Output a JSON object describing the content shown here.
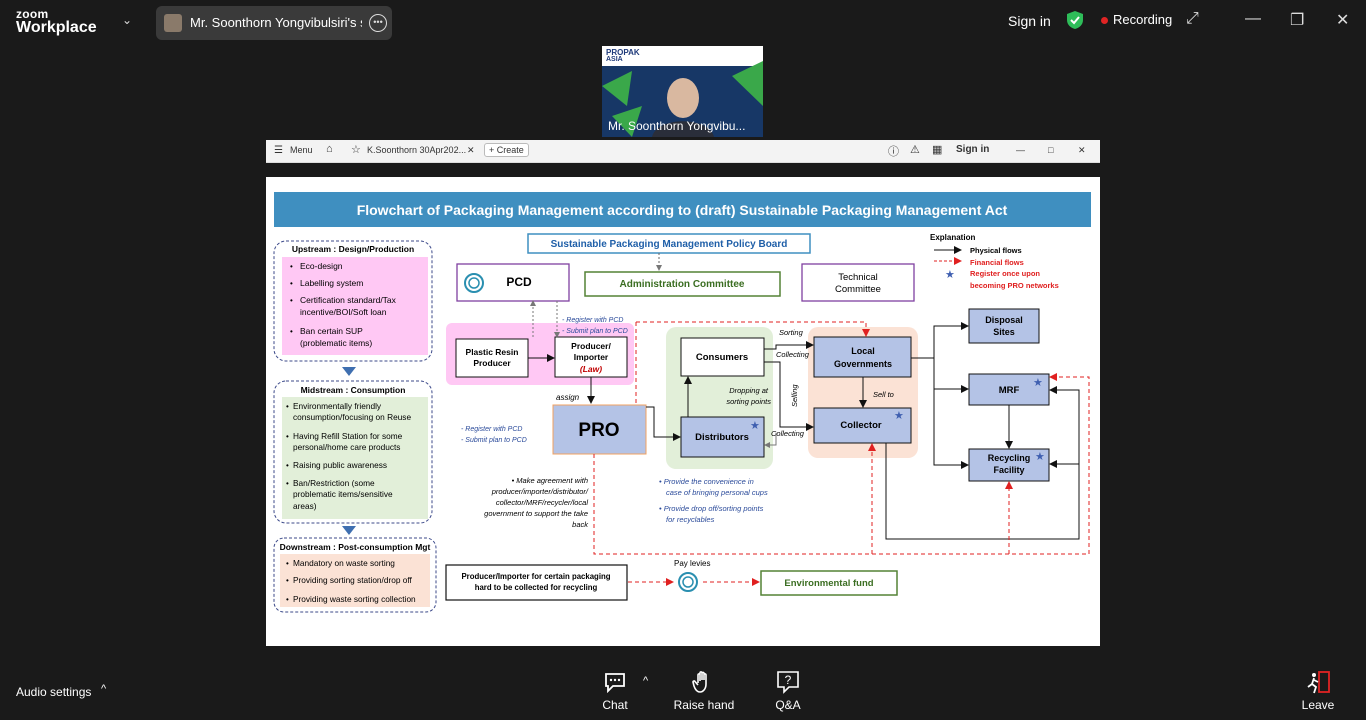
{
  "app": {
    "logo_line1": "zoom",
    "logo_line2": "Workplace",
    "share_label": "Mr. Soonthorn Yongvibulsiri's screen",
    "sign_in": "Sign in",
    "recording": "Recording"
  },
  "video": {
    "participant_name": "Mr. Soonthorn Yongvibu...",
    "banner_text_1": "PROPAK",
    "banner_text_2": "ASIA"
  },
  "browser": {
    "menu": "Menu",
    "tab_title": "K.Soonthorn 30Apr202...",
    "create": "+ Create",
    "sign_in": "Sign in"
  },
  "slide": {
    "title": "Flowchart of Packaging Management according to (draft) Sustainable Packaging Management Act",
    "policy_board": "Sustainable Packaging Management Policy Board",
    "pcd": "PCD",
    "admin_committee": "Administration Committee",
    "technical_committee_1": "Technical",
    "technical_committee_2": "Committee",
    "legend": {
      "title": "Explanation",
      "physical": "Physical flows",
      "financial": "Financial flows",
      "register_1": "Register once upon",
      "register_2": "becoming PRO networks"
    },
    "upstream": {
      "title": "Upstream : Design/Production",
      "items": [
        "Eco-design",
        "Labelling system",
        "Certification standard/Tax",
        "incentive/BOI/Soft loan",
        "Ban certain SUP",
        "(problematic items)"
      ]
    },
    "midstream": {
      "title": "Midstream : Consumption",
      "items": [
        "Environmentally friendly",
        "consumption/focusing on Reuse",
        "Having Refill Station for some",
        "personal/home care products",
        "Raising public awareness",
        "Ban/Restriction (some",
        "problematic items/sensitive",
        "areas)"
      ]
    },
    "downstream": {
      "title": "Downstream : Post-consumption Mgt",
      "items": [
        "Mandatory on waste sorting",
        "Providing sorting station/drop off",
        "Providing waste sorting collection"
      ]
    },
    "nodes": {
      "resin_1": "Plastic Resin",
      "resin_2": "Producer",
      "producer_1": "Producer/",
      "producer_2": "Importer",
      "producer_law": "(Law)",
      "pro": "PRO",
      "consumers": "Consumers",
      "distributors": "Distributors",
      "local_gov_1": "Local",
      "local_gov_2": "Governments",
      "collector": "Collector",
      "disposal_1": "Disposal",
      "disposal_2": "Sites",
      "mrf": "MRF",
      "recycling_1": "Recycling",
      "recycling_2": "Facility",
      "certain_pkg_1": "Producer/Importer for certain packaging",
      "certain_pkg_2": "hard to be collected for recycling",
      "env_fund": "Environmental fund"
    },
    "labels": {
      "register_pcd": "- Register with PCD",
      "submit_plan": "- Submit plan to PCD",
      "assign": "assign",
      "sorting": "Sorting",
      "collecting": "Collecting",
      "selling": "Selling",
      "sell_to": "Sell to",
      "dropping_1": "Dropping at",
      "dropping_2": "sorting points",
      "agreement": [
        "• Make agreement with",
        "producer/importer/distributor/",
        "collector/MRF/recycler/local",
        "government to support the take",
        "back"
      ],
      "convenience_1": "• Provide the convenience in",
      "convenience_2": "case of bringing personal cups",
      "dropoff_1": "• Provide drop off/sorting points",
      "dropoff_2": "for recyclables",
      "pay_levies": "Pay levies"
    }
  },
  "toolbar": {
    "audio_settings": "Audio settings",
    "chat": "Chat",
    "raise_hand": "Raise hand",
    "qa": "Q&A",
    "leave": "Leave"
  },
  "colors": {
    "title_bar": "#3f8fc0",
    "node_blue": "#b4c3e6",
    "upstream_pink": "#ffc8f4",
    "midstream_green": "#e2efd9",
    "downstream_peach": "#fbe2d5",
    "financial_red": "#e02020",
    "recording_red": "#e02424",
    "shield_green": "#2ebd59"
  }
}
